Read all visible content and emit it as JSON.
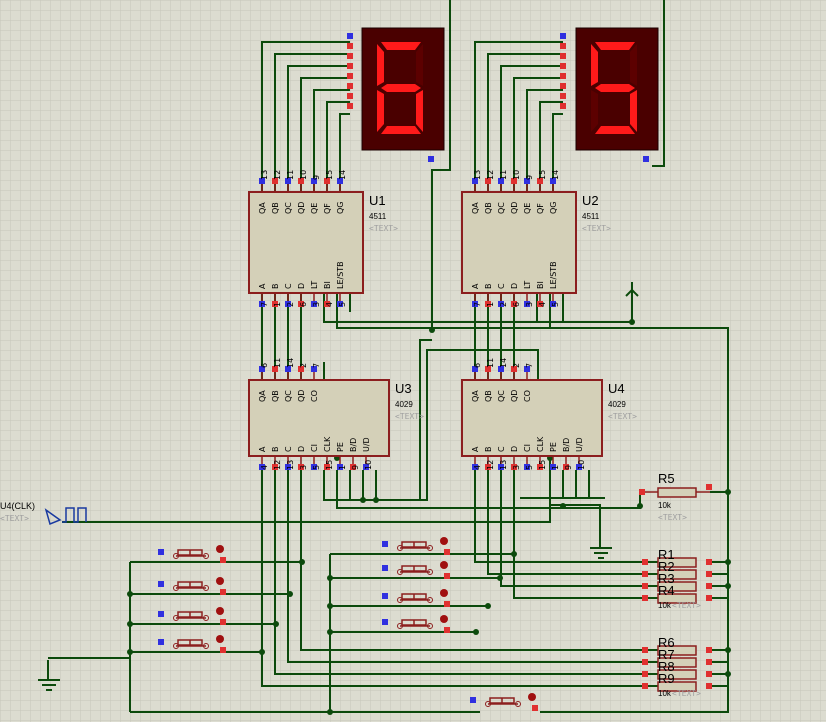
{
  "displays": [
    {
      "name": "disp-left",
      "digit": "6"
    },
    {
      "name": "disp-right",
      "digit": "5"
    }
  ],
  "decoders": [
    {
      "ref": "U1",
      "part": "4511",
      "placeholder": "<TEXT>",
      "top_pins": [
        "QA",
        "QB",
        "QC",
        "QD",
        "QE",
        "QF",
        "QG"
      ],
      "top_nums": [
        "13",
        "12",
        "11",
        "10",
        "9",
        "15",
        "14"
      ],
      "bottom_pins": [
        "A",
        "B",
        "C",
        "D",
        "LT",
        "BI",
        "LE/STB"
      ],
      "bottom_nums": [
        "7",
        "1",
        "2",
        "6",
        "3",
        "4",
        "5"
      ]
    },
    {
      "ref": "U2",
      "part": "4511",
      "placeholder": "<TEXT>",
      "top_pins": [
        "QA",
        "QB",
        "QC",
        "QD",
        "QE",
        "QF",
        "QG"
      ],
      "top_nums": [
        "13",
        "12",
        "11",
        "10",
        "9",
        "15",
        "14"
      ],
      "bottom_pins": [
        "A",
        "B",
        "C",
        "D",
        "LT",
        "BI",
        "LE/STB"
      ],
      "bottom_nums": [
        "7",
        "1",
        "2",
        "6",
        "3",
        "4",
        "5"
      ]
    }
  ],
  "counters": [
    {
      "ref": "U3",
      "part": "4029",
      "placeholder": "<TEXT>",
      "top_pins": [
        "QA",
        "QB",
        "QC",
        "QD",
        "CO"
      ],
      "top_nums": [
        "6",
        "11",
        "14",
        "2",
        "7"
      ],
      "bottom_pins": [
        "A",
        "B",
        "C",
        "D",
        "CI",
        "CLK",
        "PE",
        "B/D",
        "U/D"
      ],
      "bottom_nums": [
        "4",
        "12",
        "13",
        "3",
        "5",
        "15",
        "1",
        "9",
        "10"
      ]
    },
    {
      "ref": "U4",
      "part": "4029",
      "placeholder": "<TEXT>",
      "top_pins": [
        "QA",
        "QB",
        "QC",
        "QD",
        "CO"
      ],
      "top_nums": [
        "6",
        "11",
        "14",
        "2",
        "7"
      ],
      "bottom_pins": [
        "A",
        "B",
        "C",
        "D",
        "CI",
        "CLK",
        "PE",
        "B/D",
        "U/D"
      ],
      "bottom_nums": [
        "4",
        "12",
        "13",
        "3",
        "5",
        "15",
        "1",
        "9",
        "10"
      ]
    }
  ],
  "clock": {
    "label": "U4(CLK)",
    "placeholder": "<TEXT>"
  },
  "resistors": {
    "r5": {
      "ref": "R5",
      "value": "10k",
      "placeholder": "<TEXT>"
    },
    "pack1": {
      "refs": [
        "R1",
        "R2",
        "R3",
        "R4"
      ],
      "value": "10k",
      "placeholder": "<TEXT>"
    },
    "pack2": {
      "refs": [
        "R6",
        "R7",
        "R8",
        "R9"
      ],
      "value": "10k",
      "placeholder": "<TEXT>"
    }
  },
  "colors": {
    "background": "#dcdcd0",
    "grid": "#c8c8bc",
    "wire": "#0c4a0c",
    "chip_fill": "#d4d0b8",
    "chip_border": "#8c1e1e",
    "segment_on": "#ff1a1a",
    "segment_off": "#5c0000",
    "display_bg": "#4a0000",
    "pin_red": "#e03030",
    "pin_blue": "#3030e0"
  }
}
